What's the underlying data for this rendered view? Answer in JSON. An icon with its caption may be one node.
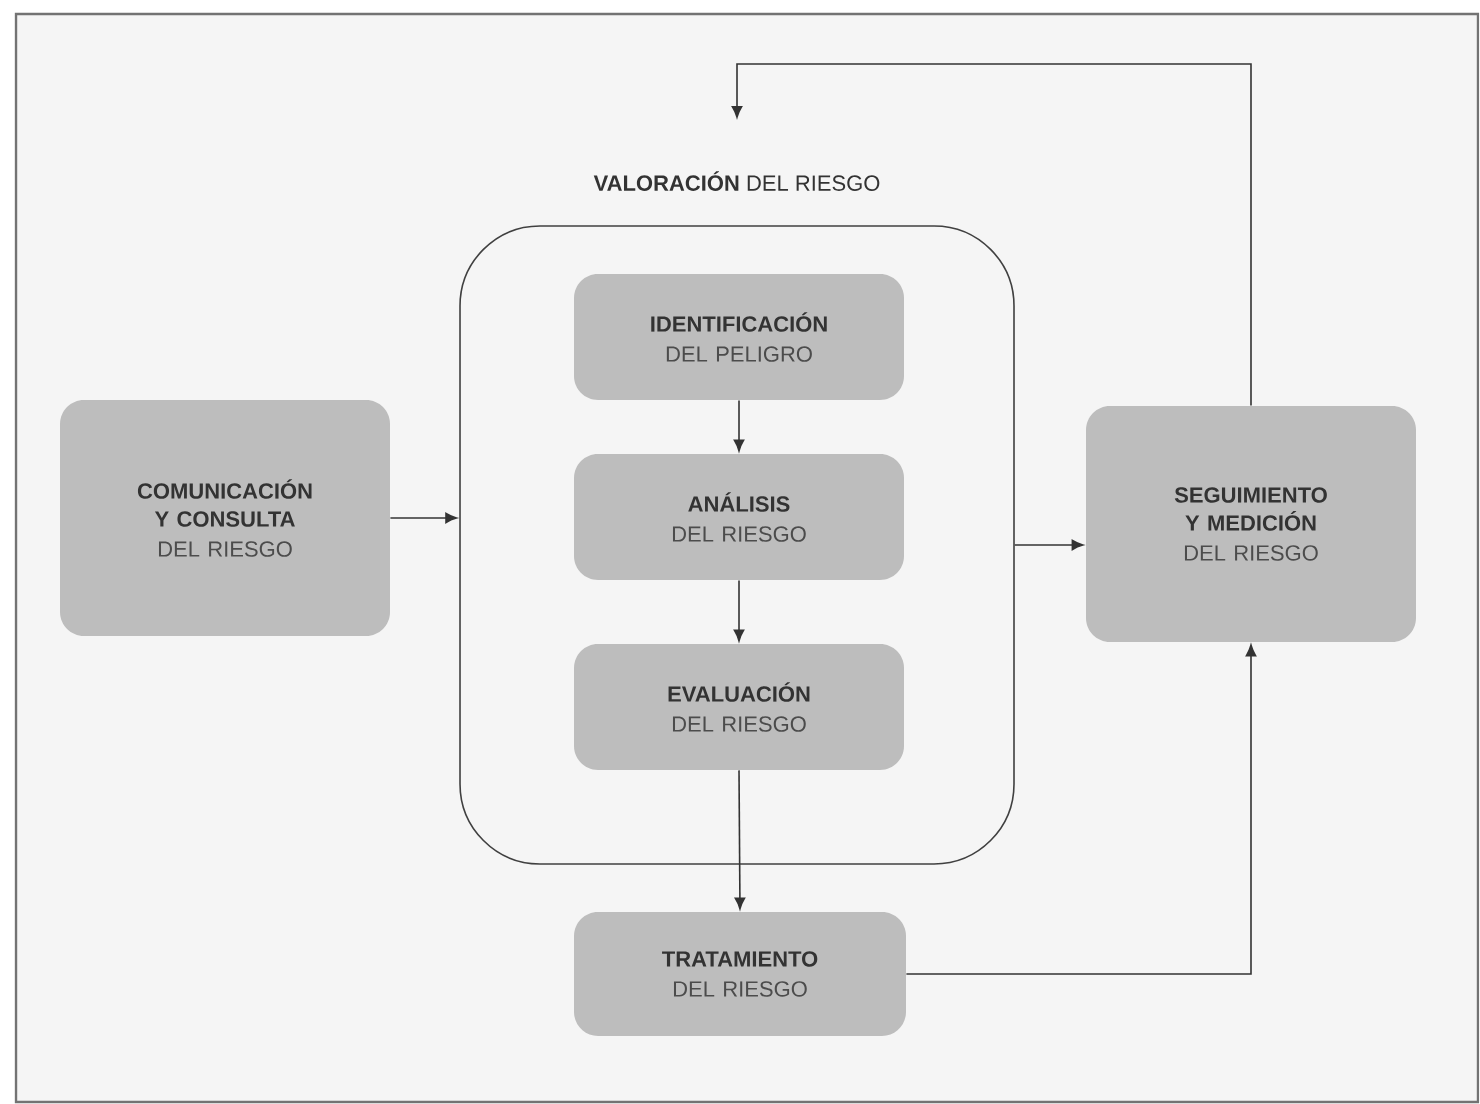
{
  "diagram": {
    "nodes": [
      {
        "text": [
          "COMUNICACIÓN Y CONSULTA",
          "DEL RIESGO"
        ]
      },
      {
        "text": [
          "**VALORACIÓN** DEL RIESGO"
        ]
      },
      {
        "text": [
          "IDENTIFICACIÓN",
          "DEL PELIGRO"
        ],
        "in": 1
      },
      {
        "text": [
          "ANÁLISIS",
          "DEL RIESGO"
        ],
        "in": 1
      },
      {
        "text": [
          "EVALUACIÓN",
          "DEL RIESGO"
        ],
        "in": 1
      },
      {
        "text": [
          "SEGUIMIENTO Y MEDICIÓN",
          "DEL RIESGO"
        ]
      },
      {
        "text": [
          "TRATAMIENTO",
          "DEL RIESGO"
        ]
      }
    ],
    "edges": [
      {
        "from": 0,
        "to": 1,
        "arrow": "to"
      },
      {
        "from": 2,
        "to": 3,
        "arrow": "to"
      },
      {
        "from": 3,
        "to": 4,
        "arrow": "to"
      },
      {
        "from": 1,
        "to": 5,
        "arrow": "to"
      },
      {
        "from": 4,
        "to": 6,
        "arrow": "to"
      },
      {
        "from": 6,
        "to": 5,
        "arrow": "to"
      },
      {
        "from": 5,
        "to": 1,
        "arrow": "to"
      }
    ]
  }
}
